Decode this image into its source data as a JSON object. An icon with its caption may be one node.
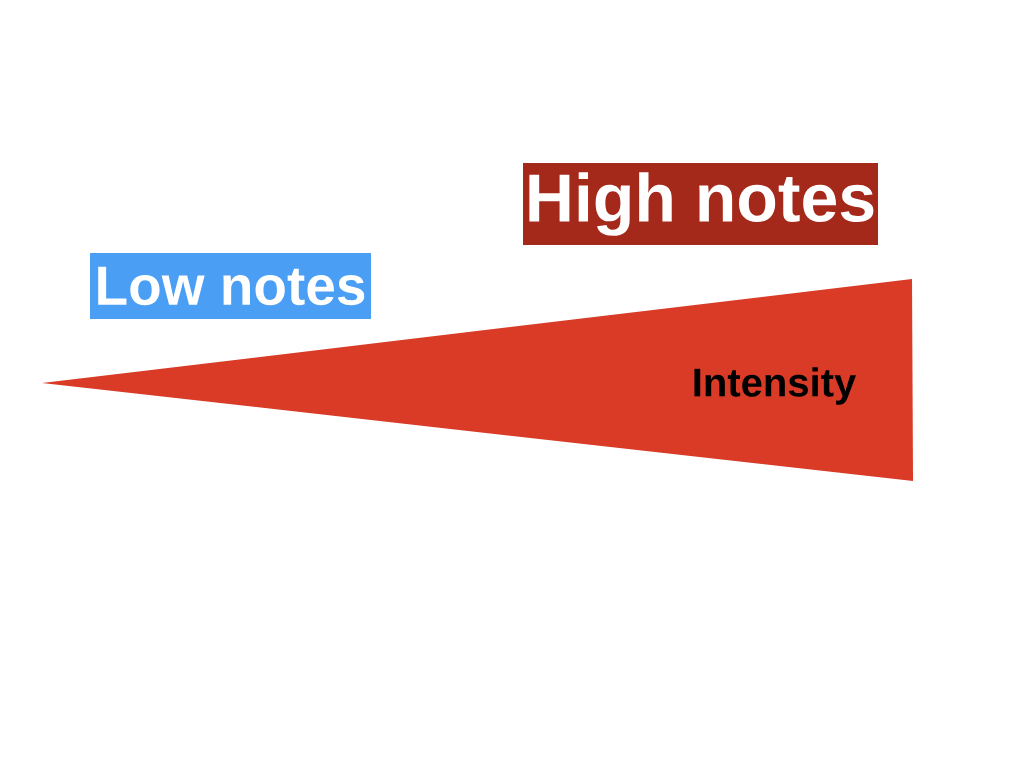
{
  "diagram": {
    "nodes": [
      {
        "text": [
          "Low notes"
        ]
      },
      {
        "text": [
          "High notes"
        ]
      },
      {
        "text": [
          "Intensity"
        ]
      }
    ]
  }
}
